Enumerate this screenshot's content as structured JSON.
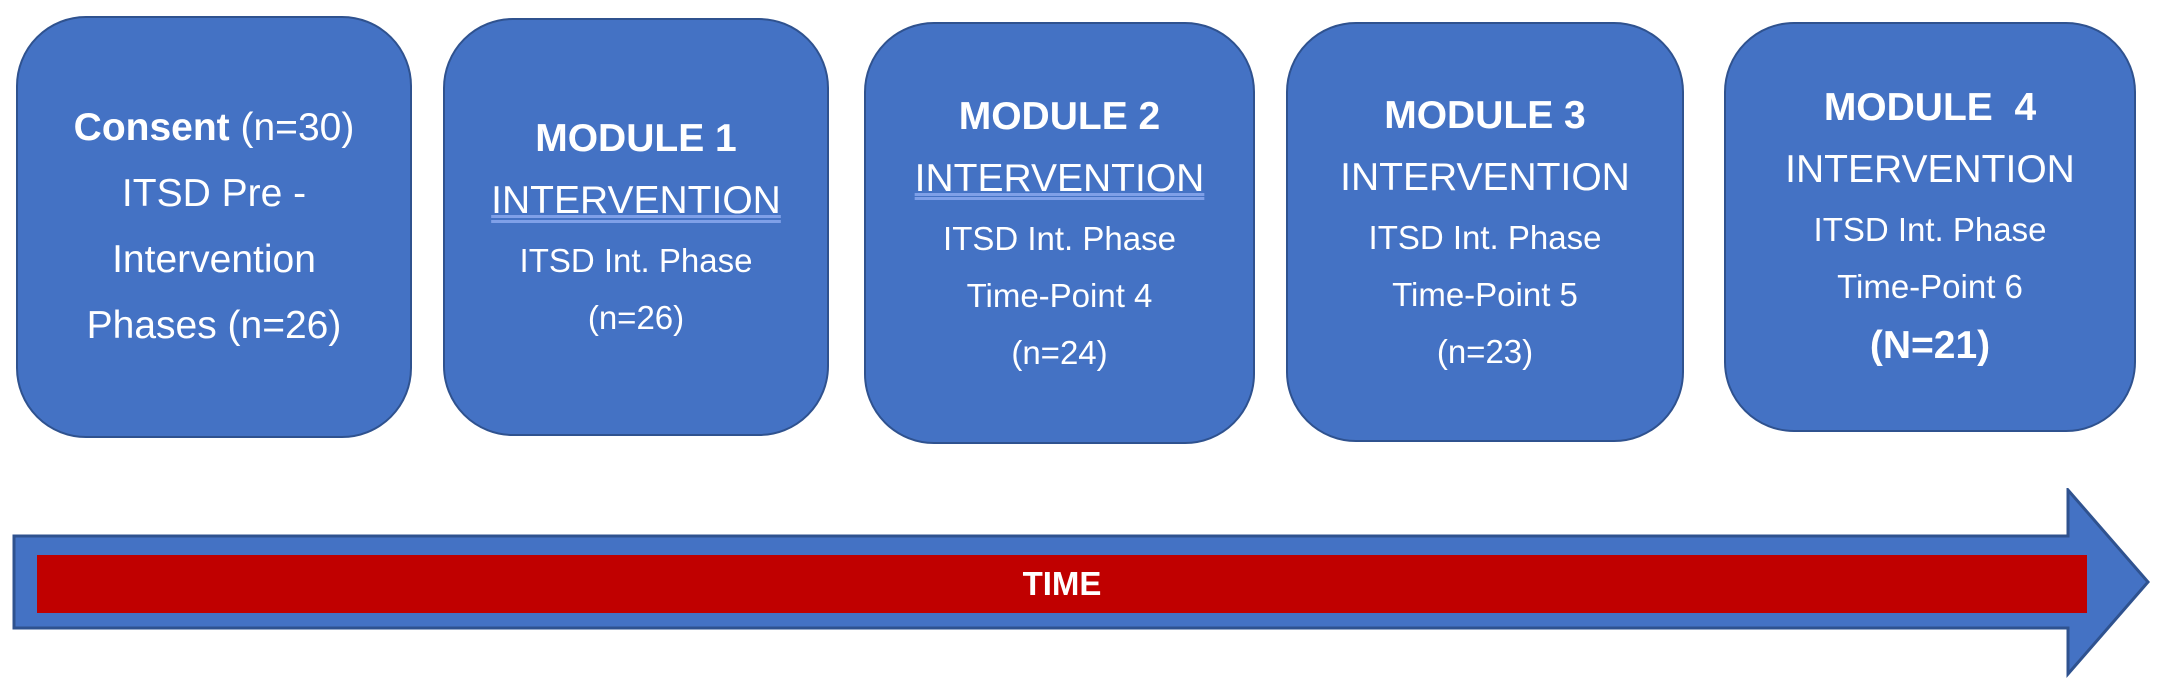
{
  "boxes": [
    {
      "lines": [
        {
          "parts": [
            {
              "text": "Consent",
              "bold": true
            },
            {
              "text": " (n=30)",
              "bold": false
            }
          ]
        },
        {
          "parts": [
            {
              "text": "ITSD Pre -",
              "bold": false
            }
          ]
        },
        {
          "parts": [
            {
              "text": "Intervention",
              "bold": false
            }
          ]
        },
        {
          "parts": [
            {
              "text": "Phases (n=26)",
              "bold": false
            }
          ]
        }
      ]
    },
    {
      "lines": [
        {
          "parts": [
            {
              "text": "MODULE 1",
              "bold": true
            }
          ]
        },
        {
          "parts": [
            {
              "text": "INTERVENTION",
              "bold": false
            }
          ]
        },
        {
          "parts": [
            {
              "text": "ITSD Int. Phase",
              "bold": false
            }
          ]
        },
        {
          "parts": [
            {
              "text": "(n=26)",
              "bold": false
            }
          ]
        }
      ]
    },
    {
      "lines": [
        {
          "parts": [
            {
              "text": "MODULE 2",
              "bold": true
            }
          ]
        },
        {
          "parts": [
            {
              "text": "INTERVENTION",
              "bold": false
            }
          ]
        },
        {
          "parts": [
            {
              "text": "ITSD Int. Phase",
              "bold": false
            }
          ]
        },
        {
          "parts": [
            {
              "text": "Time-Point 4",
              "bold": false
            }
          ]
        },
        {
          "parts": [
            {
              "text": "(n=24)",
              "bold": false
            }
          ]
        }
      ]
    },
    {
      "lines": [
        {
          "parts": [
            {
              "text": "MODULE 3",
              "bold": true
            }
          ]
        },
        {
          "parts": [
            {
              "text": "INTERVENTION",
              "bold": false
            }
          ]
        },
        {
          "parts": [
            {
              "text": "ITSD Int. Phase",
              "bold": false
            }
          ]
        },
        {
          "parts": [
            {
              "text": "Time-Point 5",
              "bold": false
            }
          ]
        },
        {
          "parts": [
            {
              "text": "(n=23)",
              "bold": false
            }
          ]
        }
      ]
    },
    {
      "lines": [
        {
          "parts": [
            {
              "text": "MODULE  4",
              "bold": true
            }
          ]
        },
        {
          "parts": [
            {
              "text": "INTERVENTION",
              "bold": false
            }
          ]
        },
        {
          "parts": [
            {
              "text": "ITSD Int. Phase",
              "bold": false
            }
          ]
        },
        {
          "parts": [
            {
              "text": "Time-Point 6",
              "bold": false
            }
          ]
        },
        {
          "parts": [
            {
              "text": "(N=21)",
              "bold": true
            }
          ]
        }
      ]
    }
  ],
  "arrow": {
    "label": "TIME",
    "outer_color": "#4472c4",
    "band_color": "#c00000"
  }
}
